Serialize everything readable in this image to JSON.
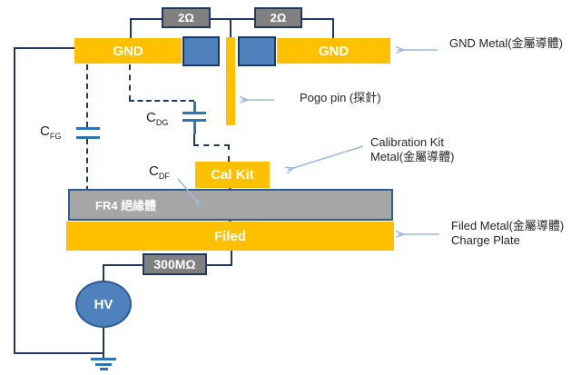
{
  "colors": {
    "metal_yellow": "#FFC000",
    "resistor_gray": "#808080",
    "fr4_gray": "#A6A6A6",
    "wire_navy": "#1F3864",
    "device_blue": "#4F81BD",
    "capacitor_blue": "#2E75B6",
    "pointer_blue": "#9CB7DC",
    "label_text": "#262626"
  },
  "components": {
    "resistor_top_left": "2Ω",
    "resistor_top_right": "2Ω",
    "gnd_left": "GND",
    "gnd_right": "GND",
    "cal_kit": "Cal Kit",
    "fr4_insulator": "FR4 絕緣體",
    "field_plate": "Filed",
    "hv_resistor": "300MΩ",
    "hv_source": "HV"
  },
  "capacitors": {
    "cfg_main": "C",
    "cfg_sub": "FG",
    "cdg_main": "C",
    "cdg_sub": "DG",
    "cdf_main": "C",
    "cdf_sub": "DF"
  },
  "annotations": {
    "gnd_metal": "GND Metal(金屬導體)",
    "pogo_pin": "Pogo pin (探針)",
    "calibration_kit_line1": "Calibration Kit",
    "calibration_kit_line2": "Metal(金屬導體)",
    "field_metal_line1": "Filed Metal(金屬導體)",
    "field_metal_line2": "Charge Plate"
  }
}
